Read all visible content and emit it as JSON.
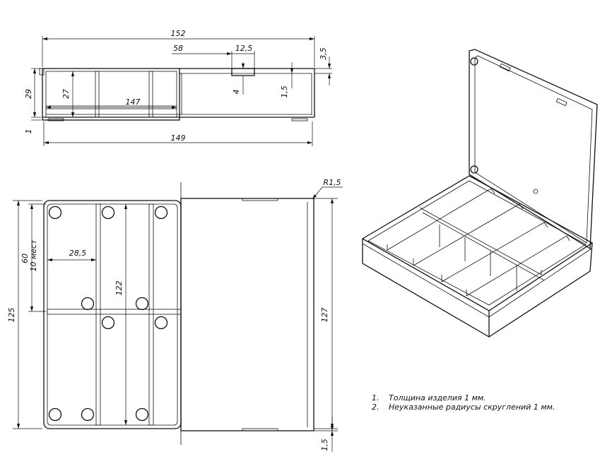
{
  "dimensions": {
    "side_view": {
      "overall_length": "152",
      "offset_58": "58",
      "hinge_width": "12,5",
      "lid_height": "3,5",
      "height": "29",
      "inner_height": "27",
      "partition_length": "147",
      "hinge_gap": "4",
      "lid_step": "1,5",
      "base_step": "1",
      "base_length": "149"
    },
    "plan_view": {
      "corner_radius": "R1,5",
      "compartment_height": "60",
      "places_count": "10 мест",
      "compartment_width": "28,5",
      "column_length": "122",
      "overall_width": "125",
      "lid_width": "127",
      "lid_offset": "1,5"
    }
  },
  "notes": [
    {
      "num": "1.",
      "text": "Толщина изделия 1 мм."
    },
    {
      "num": "2.",
      "text": "Неуказанные радиусы скруглений 1 мм."
    }
  ]
}
